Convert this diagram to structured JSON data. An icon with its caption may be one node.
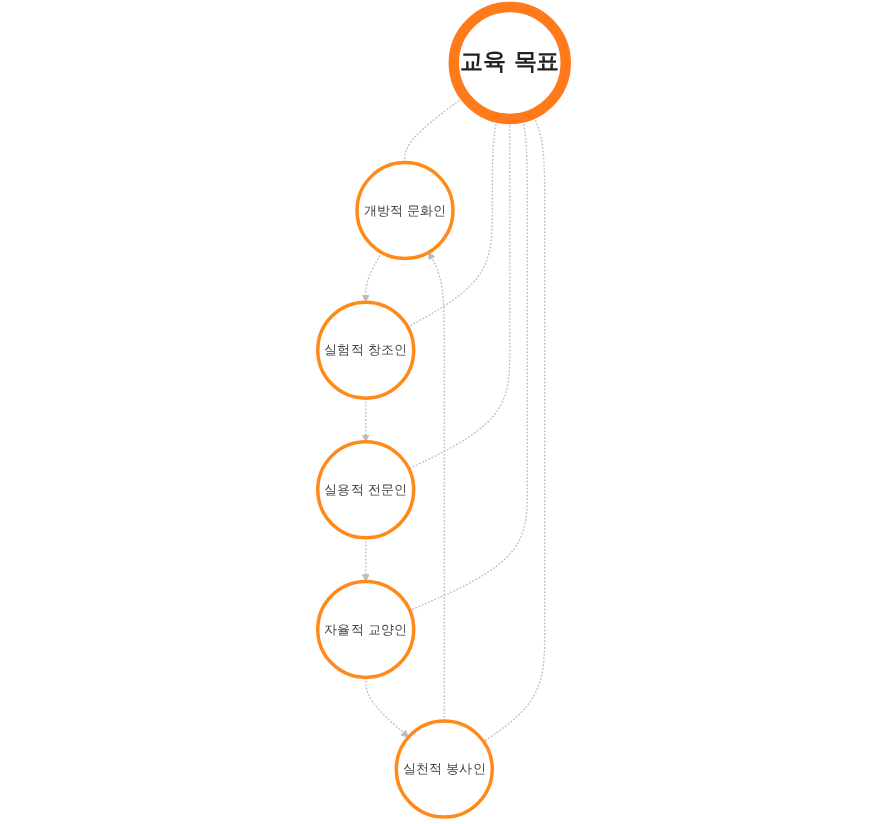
{
  "diagram": {
    "nodes": [
      {
        "text": [
          "교육 목표"
        ]
      },
      {
        "text": [
          "개방적 문화인"
        ]
      },
      {
        "text": [
          "실험적 창조인"
        ]
      },
      {
        "text": [
          "실용적 전문인"
        ]
      },
      {
        "text": [
          "자율적 교양인"
        ]
      },
      {
        "text": [
          "실천적 봉사인"
        ]
      }
    ],
    "edges": [
      {
        "from": 1,
        "to": 2,
        "arrow": "to",
        "style": "dashed"
      },
      {
        "from": 2,
        "to": 3,
        "arrow": "to",
        "style": "dashed"
      },
      {
        "from": 3,
        "to": 4,
        "arrow": "to",
        "style": "dashed"
      },
      {
        "from": 4,
        "to": 5,
        "arrow": "to",
        "style": "dashed"
      },
      {
        "from": 5,
        "to": 1,
        "arrow": "to",
        "style": "dashed"
      },
      {
        "from": 0,
        "to": 1,
        "arrow": "none",
        "style": "dashed"
      },
      {
        "from": 0,
        "to": 2,
        "arrow": "none",
        "style": "dashed"
      },
      {
        "from": 0,
        "to": 3,
        "arrow": "none",
        "style": "dashed"
      },
      {
        "from": 0,
        "to": 4,
        "arrow": "none",
        "style": "dashed"
      },
      {
        "from": 0,
        "to": 5,
        "arrow": "none",
        "style": "dashed"
      }
    ]
  }
}
